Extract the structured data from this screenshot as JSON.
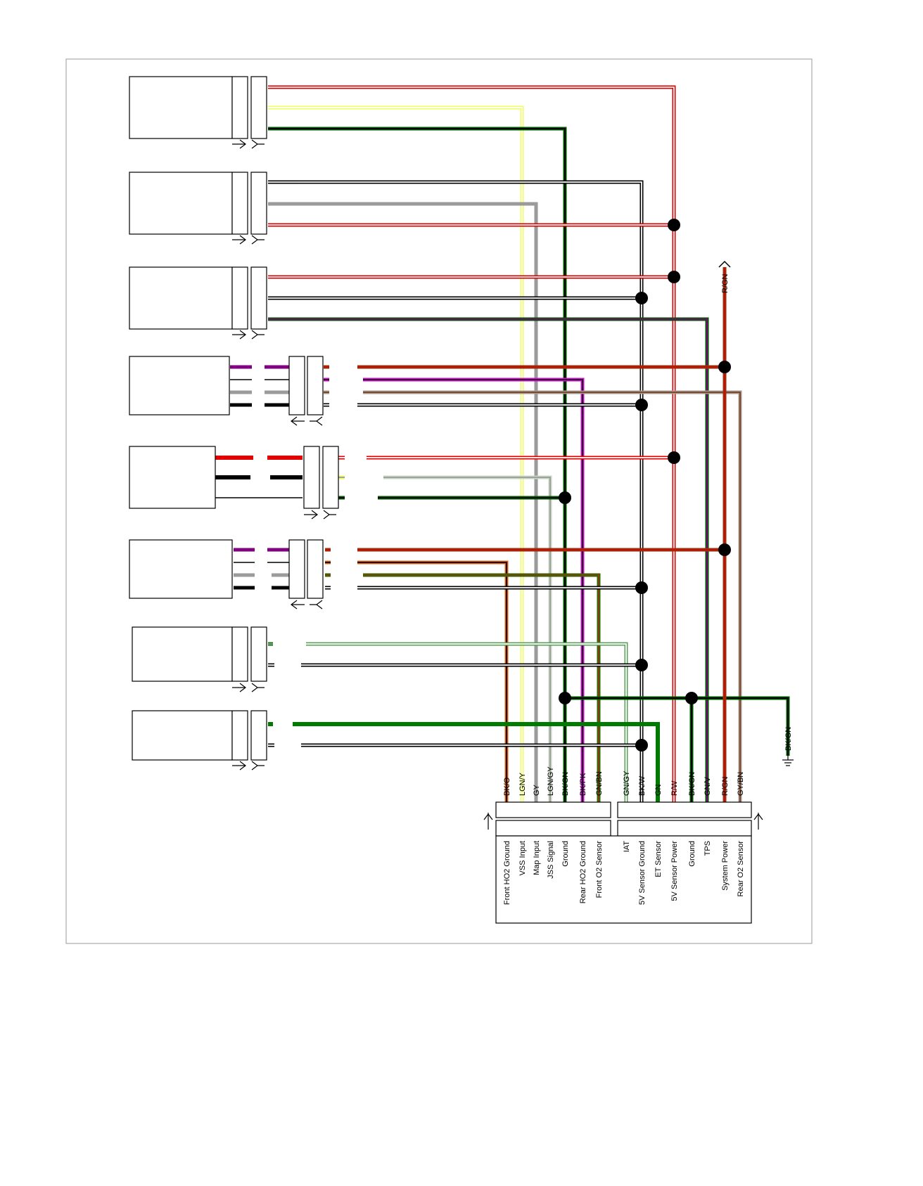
{
  "wire_colors": {
    "R": "#e00000",
    "W": "#ffffff",
    "BK": "#000000",
    "LGN": "#eeff66",
    "GN": "#007a00",
    "DGN": "#005a00",
    "GY": "#9a9a9a",
    "PK": "#e000e0",
    "V": "#800080",
    "BN": "#8b3a0f",
    "O": "#e06010"
  },
  "ground_label": "BK/GN",
  "power_tap_label": "R/GN",
  "ecm": {
    "pins": [
      {
        "wire": "BK/O",
        "function": "Front HO2 Ground"
      },
      {
        "wire": "LGN/Y",
        "function": "VSS Input"
      },
      {
        "wire": "GY",
        "function": "Map Input"
      },
      {
        "wire": "LGN/GY",
        "function": "JSS Signal"
      },
      {
        "wire": "BK/GN",
        "function": "Ground"
      },
      {
        "wire": "BK/PK",
        "function": "Rear HO2 Ground"
      },
      {
        "wire": "GN/BN",
        "function": "Front O2 Sensor"
      },
      {
        "wire": "GN/GY",
        "function": "IAT"
      },
      {
        "wire": "BK/W",
        "function": "5V Sensor Ground"
      },
      {
        "wire": "GN",
        "function": "ET Sensor"
      },
      {
        "wire": "R/W",
        "function": "5V Sensor Power"
      },
      {
        "wire": "BK/GN",
        "function": "Ground"
      },
      {
        "wire": "GN/V",
        "function": "TPS"
      },
      {
        "wire": "R/GN",
        "function": "System Power"
      },
      {
        "wire": "GY/BN",
        "function": "Rear O2 Sensor"
      }
    ]
  }
}
